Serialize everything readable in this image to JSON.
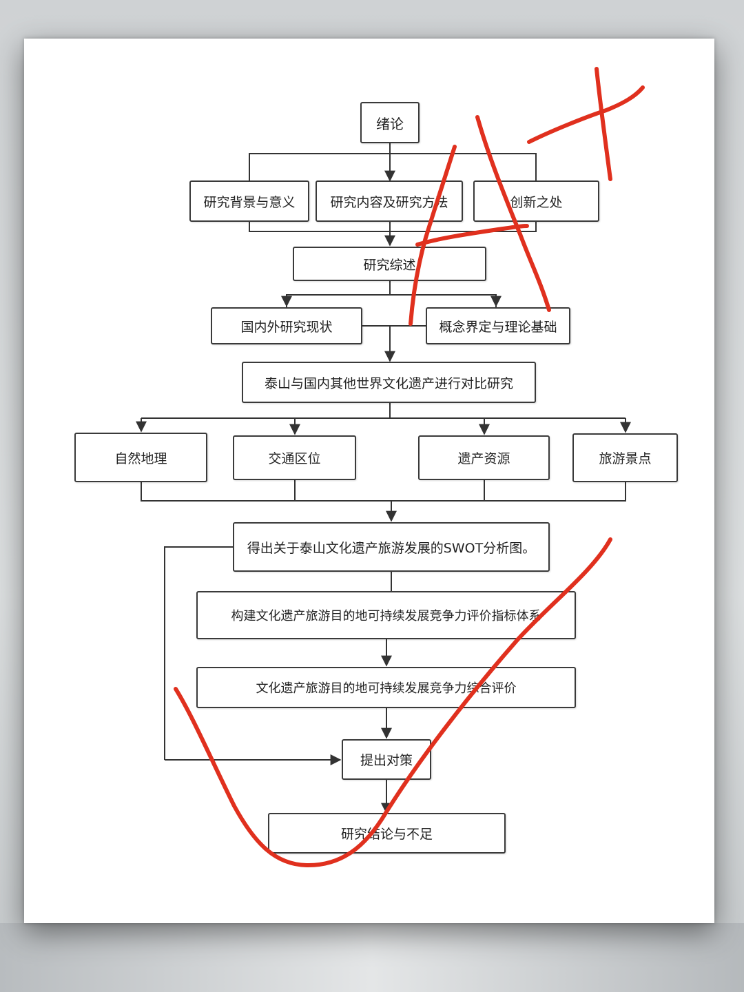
{
  "nodes": {
    "intro": "绪论",
    "background": "研究背景与意义",
    "content_method": "研究内容及研究方法",
    "innovation": "创新之处",
    "review": "研究综述",
    "domestic_foreign": "国内外研究现状",
    "concept_theory": "概念界定与理论基础",
    "comparison": "泰山与国内其他世界文化遗产进行对比研究",
    "geography": "自然地理",
    "traffic": "交通区位",
    "heritage": "遗产资源",
    "scenic": "旅游景点",
    "swot": "得出关于泰山文化遗产旅游发展的SWOT分析图。",
    "index_system": "构建文化遗产旅游目的地可持续发展竞争力评价指标体系",
    "evaluation": "文化遗产旅游目的地可持续发展竞争力综合评价",
    "countermeasures": "提出对策",
    "conclusion": "研究结论与不足"
  },
  "annotation": {
    "grade_mark": "A+",
    "check_mark": true,
    "color": "#e0301e"
  }
}
